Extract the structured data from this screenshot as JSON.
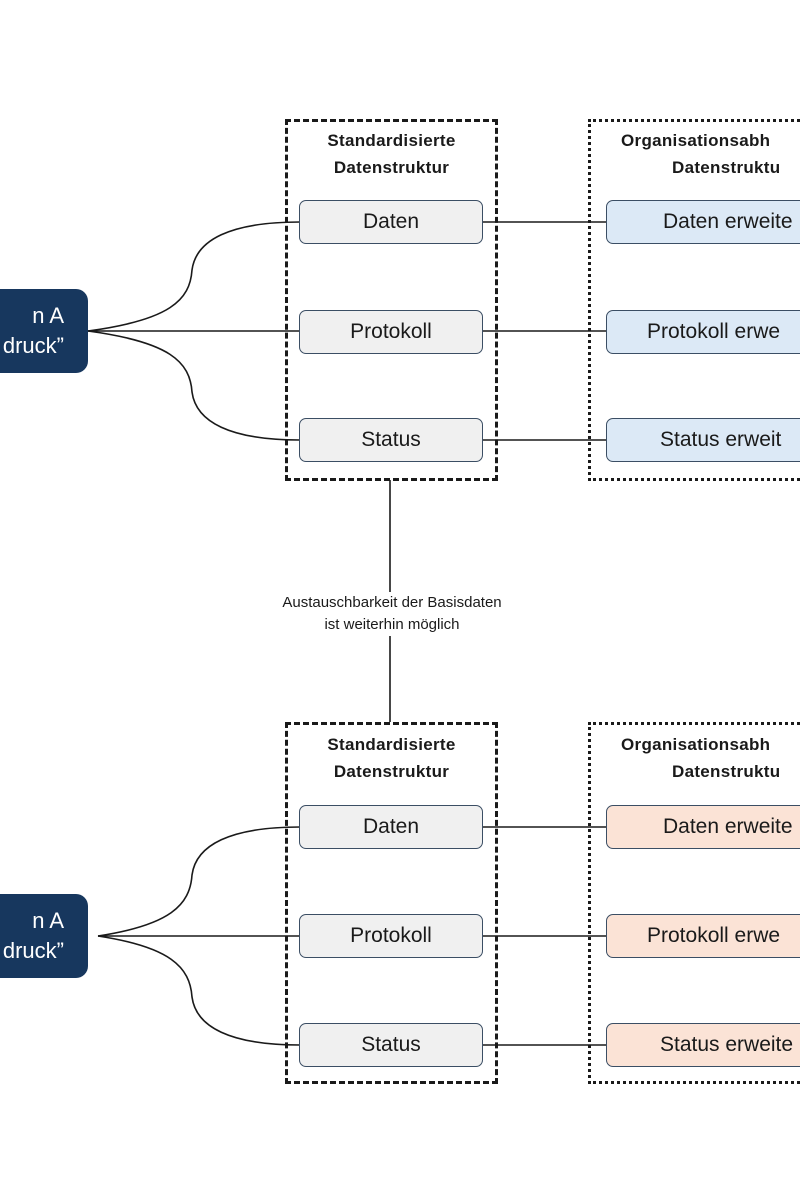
{
  "diagram": {
    "top": {
      "source_node": {
        "line1": "n A",
        "line2": "druck”"
      },
      "standard_group": {
        "title_line1": "Standardisierte",
        "title_line2": "Datenstruktur",
        "items": [
          "Daten",
          "Protokoll",
          "Status"
        ]
      },
      "org_group": {
        "title_line1": "Organisationsabh",
        "title_line2": "Datenstruktu",
        "items": [
          "Daten erweite",
          "Protokoll erwe",
          "Status erweit"
        ]
      },
      "ext_color": "#dce9f6"
    },
    "bottom": {
      "source_node": {
        "line1": "n A",
        "line2": "druck”"
      },
      "standard_group": {
        "title_line1": "Standardisierte",
        "title_line2": "Datenstruktur",
        "items": [
          "Daten",
          "Protokoll",
          "Status"
        ]
      },
      "org_group": {
        "title_line1": "Organisationsabh",
        "title_line2": "Datenstruktu",
        "items": [
          "Daten erweite",
          "Protokoll erwe",
          "Status erweite"
        ]
      },
      "ext_color": "#fbe3d6"
    },
    "note": {
      "line1": "Austauschbarkeit der Basisdaten",
      "line2": "ist weiterhin möglich"
    },
    "colors": {
      "dark_node": "#17375e",
      "standard_item": "#f0f0f0",
      "line": "#1a1a1a"
    }
  }
}
